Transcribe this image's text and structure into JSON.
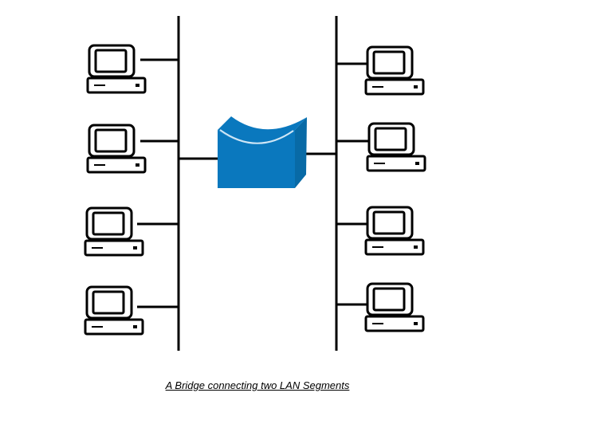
{
  "caption": "A Bridge connecting two LAN Segments",
  "colors": {
    "line": "#000000",
    "bridge_fill": "#0a78be",
    "bridge_side": "#086aa6",
    "bridge_highlight": "#cfe6f6",
    "computer_fill": "#ffffff"
  },
  "icons": {
    "computer": "computer-icon",
    "bridge": "bridge-icon"
  },
  "segments": [
    {
      "name": "lan-segment-left",
      "computer_count": 4
    },
    {
      "name": "lan-segment-right",
      "computer_count": 4
    }
  ]
}
